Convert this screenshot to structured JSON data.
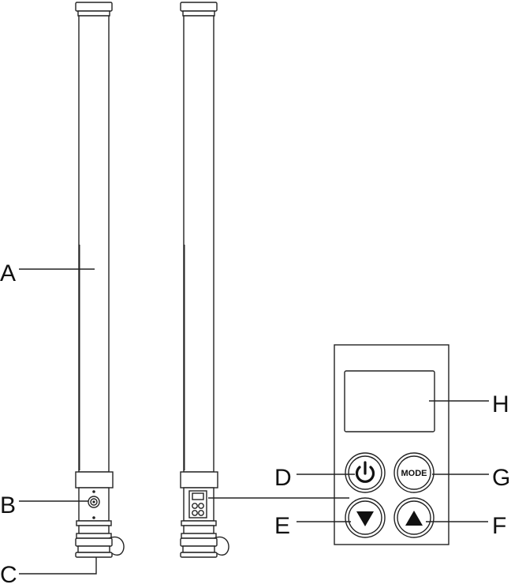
{
  "callouts": {
    "a": "A",
    "b": "B",
    "c": "C",
    "d": "D",
    "e": "E",
    "f": "F",
    "g": "G",
    "h": "H"
  },
  "control_panel": {
    "mode_label": "MODE",
    "icons": {
      "power": "power-icon",
      "down": "down-arrow-icon",
      "up": "up-arrow-icon"
    }
  },
  "colors": {
    "line": "#222222",
    "background": "#ffffff"
  }
}
